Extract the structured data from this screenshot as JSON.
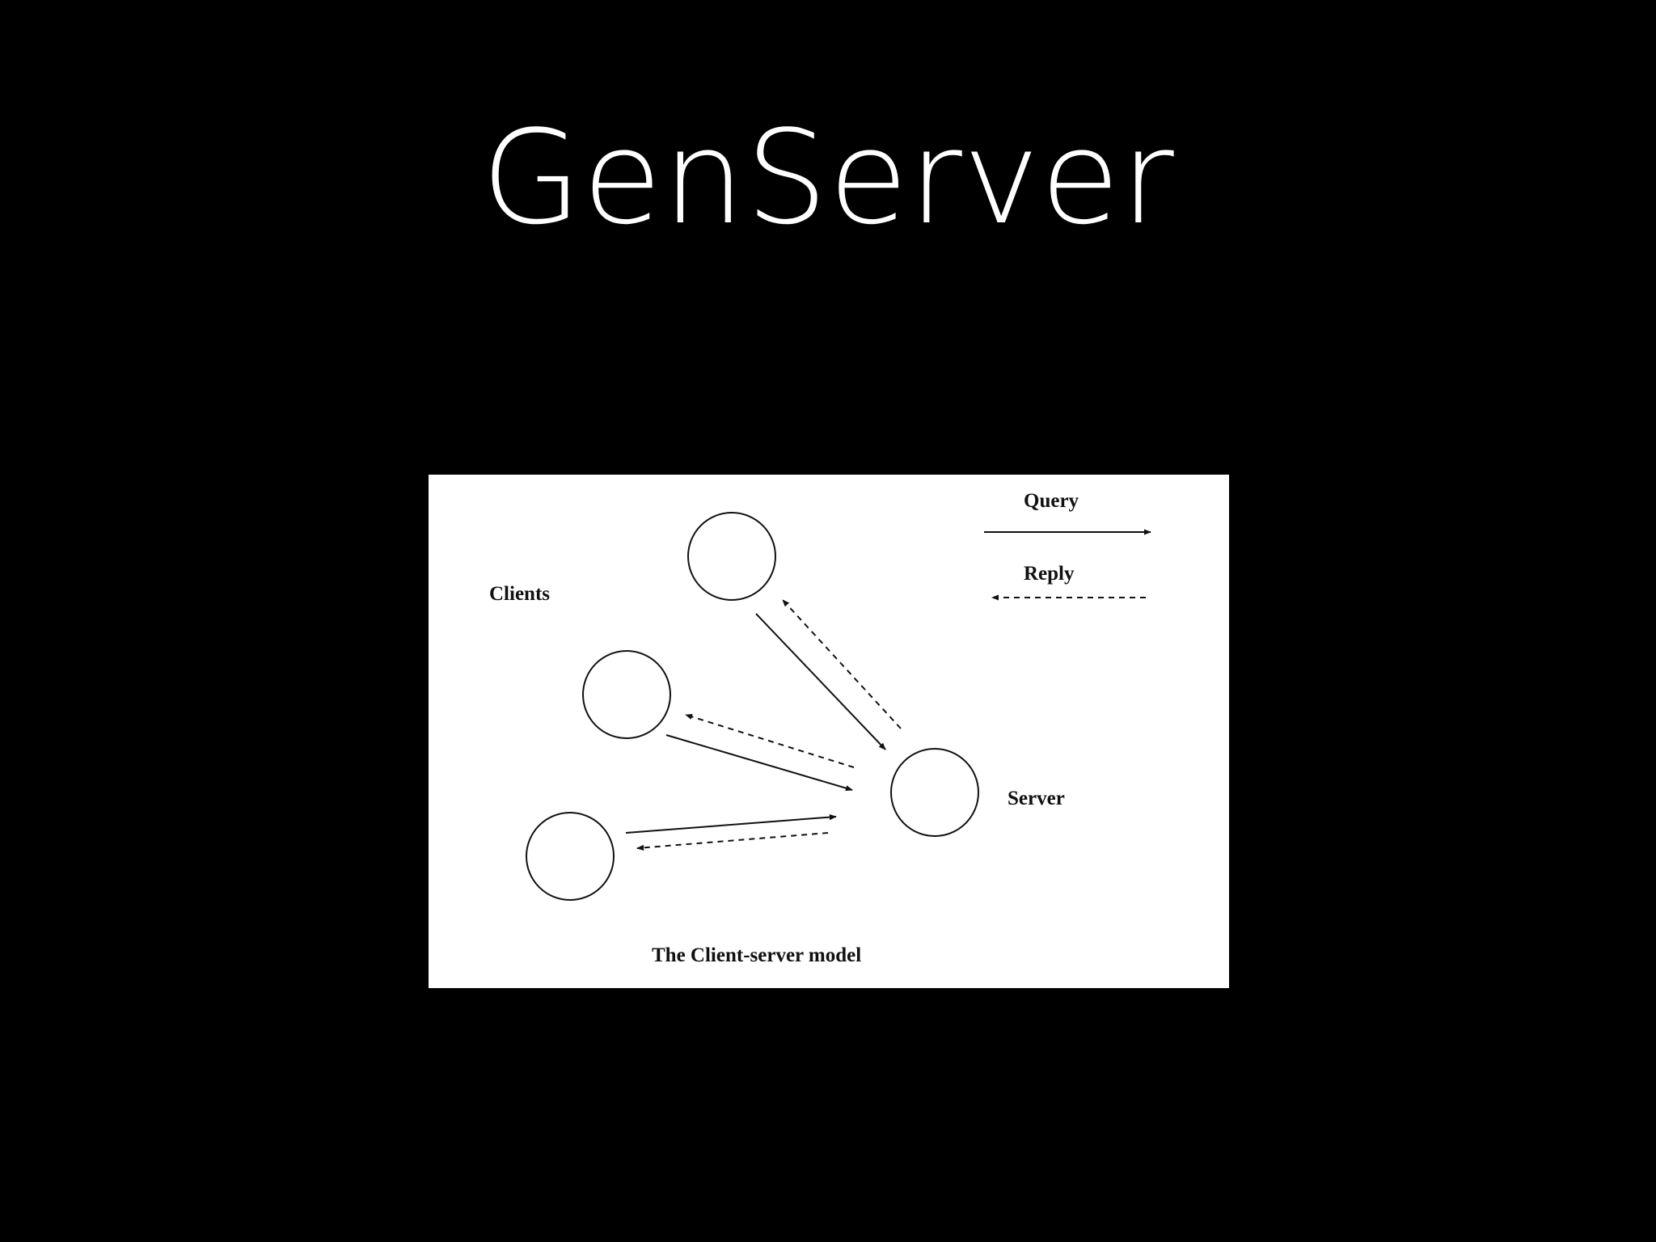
{
  "slide": {
    "title": "GenServer",
    "background": "#000000",
    "title_color": "#ffffff"
  },
  "diagram": {
    "background": "#ffffff",
    "ink": "#111111",
    "labels": {
      "clients": "Clients",
      "server": "Server",
      "caption": "The Client-server model"
    },
    "legend": {
      "query": "Query",
      "reply": "Reply"
    },
    "nodes": [
      {
        "name": "client-top",
        "role": "client"
      },
      {
        "name": "client-middle",
        "role": "client"
      },
      {
        "name": "client-bottom",
        "role": "client"
      },
      {
        "name": "server",
        "role": "server"
      }
    ],
    "edges": [
      {
        "from": "client-top",
        "to": "server",
        "kind": "query"
      },
      {
        "from": "server",
        "to": "client-top",
        "kind": "reply"
      },
      {
        "from": "client-middle",
        "to": "server",
        "kind": "query"
      },
      {
        "from": "server",
        "to": "client-middle",
        "kind": "reply"
      },
      {
        "from": "client-bottom",
        "to": "server",
        "kind": "query"
      },
      {
        "from": "server",
        "to": "client-bottom",
        "kind": "reply"
      }
    ]
  }
}
